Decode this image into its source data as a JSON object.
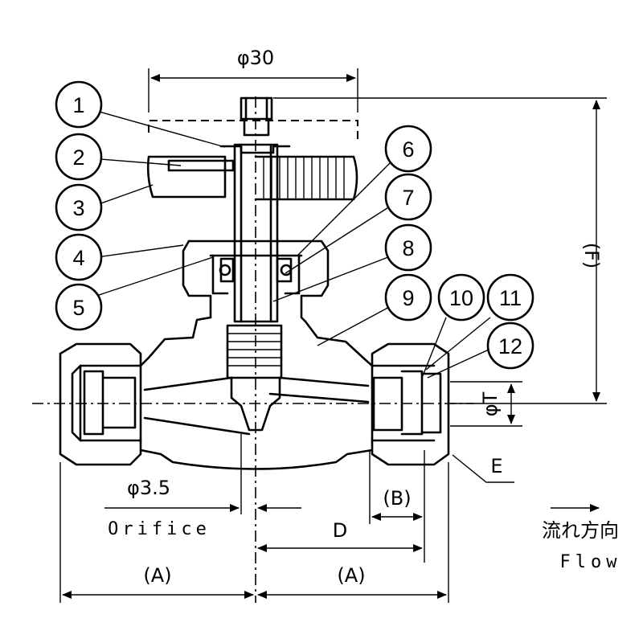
{
  "dimensions": {
    "phi30": "φ30",
    "phi35": "φ3.5",
    "orifice": "Orifice",
    "a_left": "(A)",
    "a_right": "(A)",
    "b": "(B)",
    "d": "D",
    "e": "E",
    "f": "(F)",
    "phi_t": "φT"
  },
  "flow": {
    "jp": "流れ方向",
    "en": "Flow"
  },
  "balloons": [
    "1",
    "2",
    "3",
    "4",
    "5",
    "6",
    "7",
    "8",
    "9",
    "10",
    "11",
    "12"
  ]
}
